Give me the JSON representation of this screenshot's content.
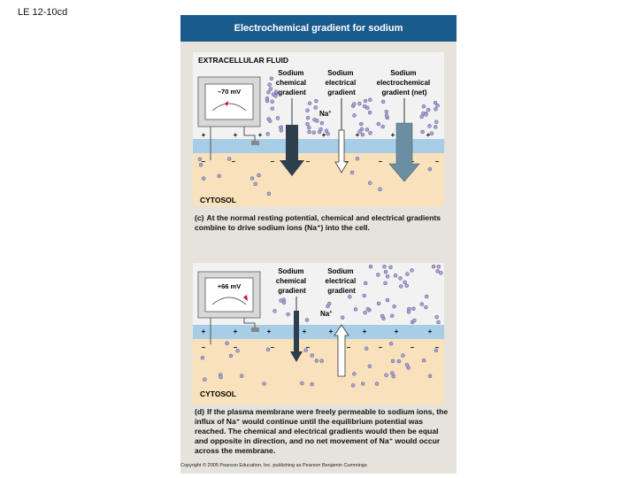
{
  "slide_label": "LE 12-10cd",
  "header_title": "Electrochemical gradient for sodium",
  "panel_c": {
    "region_top": "EXTRACELLULAR FLUID",
    "region_bottom": "CYTOSOL",
    "meter_reading": "–70 mV",
    "gradient_labels": [
      [
        "Sodium",
        "chemical",
        "gradient"
      ],
      [
        "Sodium",
        "electrical",
        "gradient"
      ],
      [
        "Sodium",
        "electrochemical",
        "gradient (net)"
      ]
    ],
    "ion_label": "Na",
    "ion_charge": "+",
    "caption_tag": "(c)",
    "caption_text": "At the normal resting potential, chemical and electrical gradients combine to drive sodium ions (Na⁺) into the cell."
  },
  "panel_d": {
    "region_bottom": "CYTOSOL",
    "meter_reading": "+66 mV",
    "gradient_labels": [
      [
        "Sodium",
        "chemical",
        "gradient"
      ],
      [
        "Sodium",
        "electrical",
        "gradient"
      ]
    ],
    "ion_label": "Na",
    "ion_charge": "+",
    "caption_tag": "(d)",
    "caption_text": "If the plasma membrane were freely permeable to sodium ions, the influx of Na⁺ would continue until the equilibrium potential was reached. The chemical and electrical gradients would then be equal and opposite in direction, and no net movement of Na⁺ would occur across the membrane."
  },
  "membrane_plus": "+",
  "membrane_minus": "–",
  "copyright": "Copyright © 2005 Pearson Education, Inc. publishing as Pearson Benjamin Cummings",
  "colors": {
    "header": "#1a5b8e",
    "extracellular": "#f2f2f2",
    "membrane": "#a8cde6",
    "cytosol": "#f8e1bb",
    "chemical_arrow": "#2d3e4c",
    "net_arrow": "#6b8ea2",
    "ion": "#a9a6d4"
  }
}
